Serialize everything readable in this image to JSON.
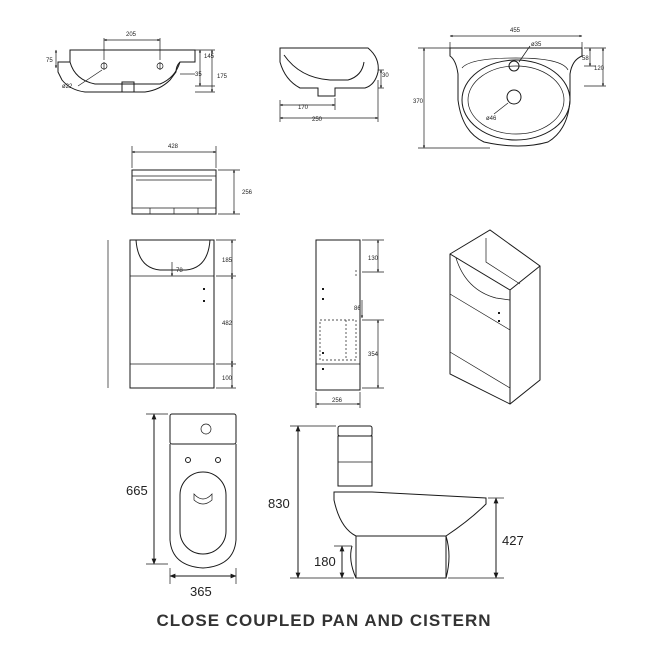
{
  "basin_front": {
    "d_width": "205",
    "d_75": "75",
    "d_145": "145",
    "d_175": "175",
    "d_35": "35",
    "d_hole": "ø22"
  },
  "basin_side": {
    "d_170": "170",
    "d_250": "250",
    "d_30": "30"
  },
  "basin_top": {
    "d_455": "455",
    "d_tap": "ø35",
    "d_waste": "ø46",
    "d_58": "58",
    "d_120": "120",
    "d_370": "370"
  },
  "cistern_box": {
    "d_428": "428",
    "d_256": "256"
  },
  "unit_front": {
    "d_185": "185",
    "d_482": "482",
    "d_100": "100",
    "d_78": "78"
  },
  "unit_side": {
    "d_130": "130",
    "d_86": "86",
    "d_354": "354",
    "d_256": "256"
  },
  "toilet_top": {
    "d_665": "665",
    "d_365": "365"
  },
  "toilet_side": {
    "d_830": "830",
    "d_180": "180",
    "d_427": "427"
  },
  "caption": "CLOSE COUPLED PAN AND CISTERN"
}
